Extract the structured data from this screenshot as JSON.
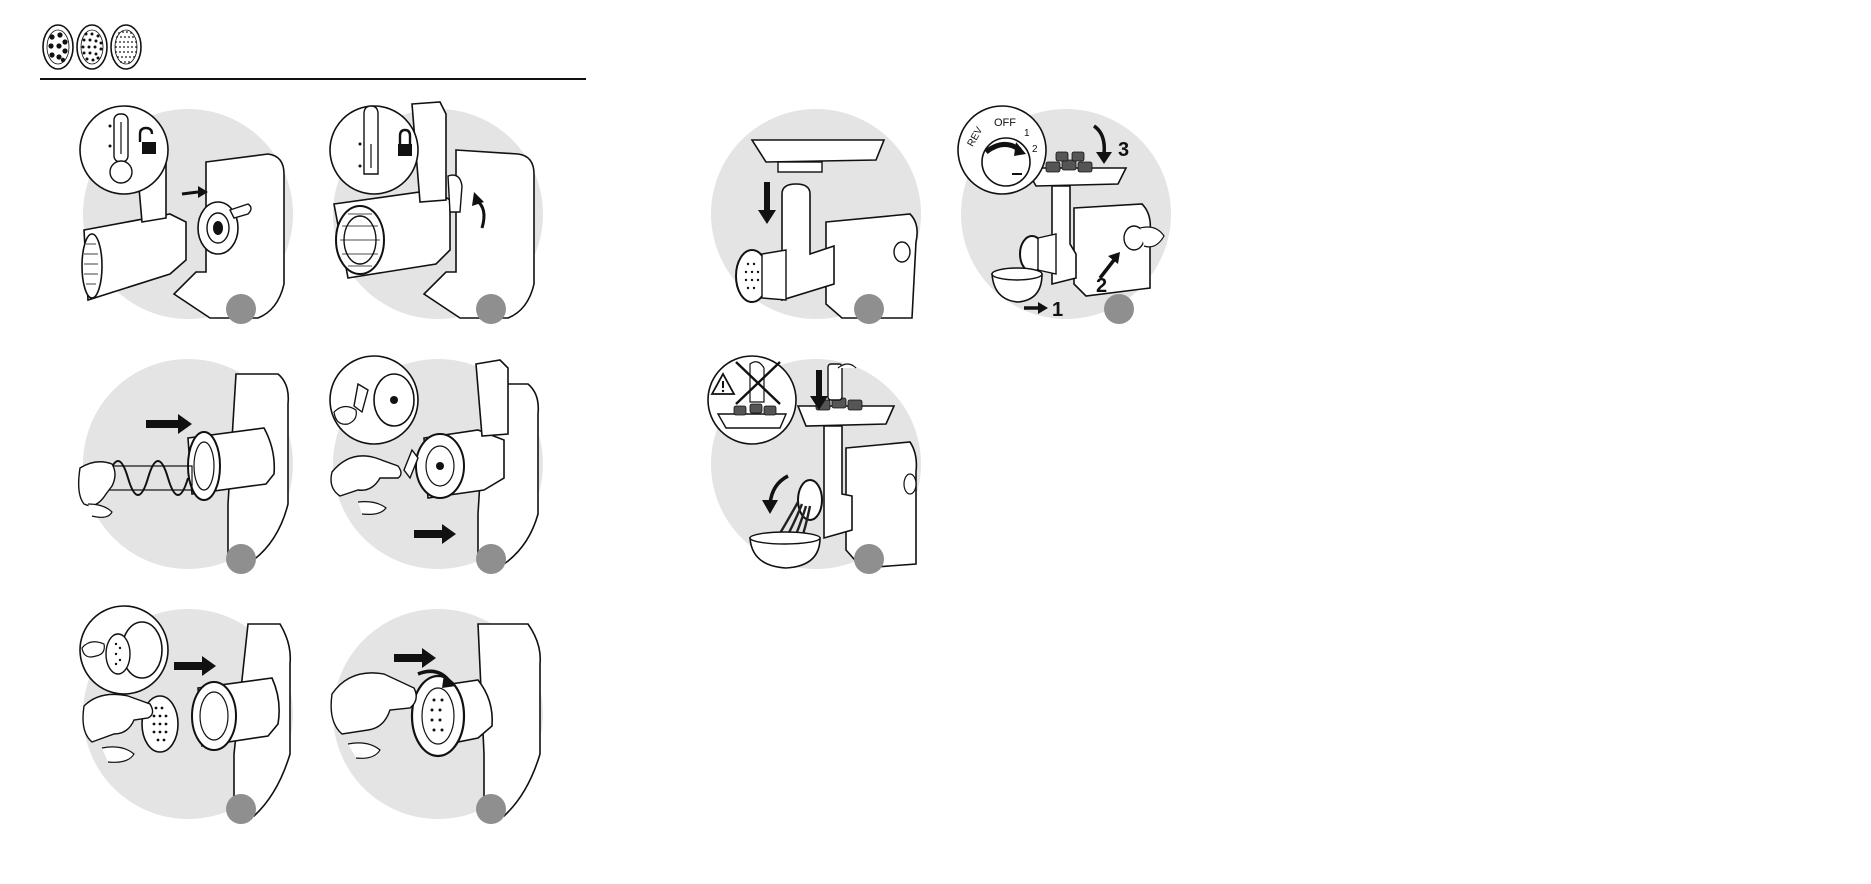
{
  "header": {
    "discs": [
      "coarse-disc-icon",
      "medium-disc-icon",
      "fine-disc-icon"
    ]
  },
  "steps": [
    {
      "id": "a",
      "number": ""
    },
    {
      "id": "b",
      "number": ""
    },
    {
      "id": "c",
      "number": ""
    },
    {
      "id": "d",
      "number": ""
    },
    {
      "id": "e",
      "number": ""
    },
    {
      "id": "f",
      "number": ""
    },
    {
      "id": "g",
      "number": ""
    },
    {
      "id": "h",
      "number": ""
    },
    {
      "id": "i",
      "number": ""
    }
  ],
  "dial": {
    "rev": "REV",
    "off": "OFF",
    "one": "1",
    "two": "2"
  },
  "callouts": {
    "step1": "1",
    "step2": "2",
    "step3": "3"
  },
  "colors": {
    "panel_bg": "#e4e4e4",
    "badge": "#8f8f8f",
    "ink": "#111111"
  }
}
